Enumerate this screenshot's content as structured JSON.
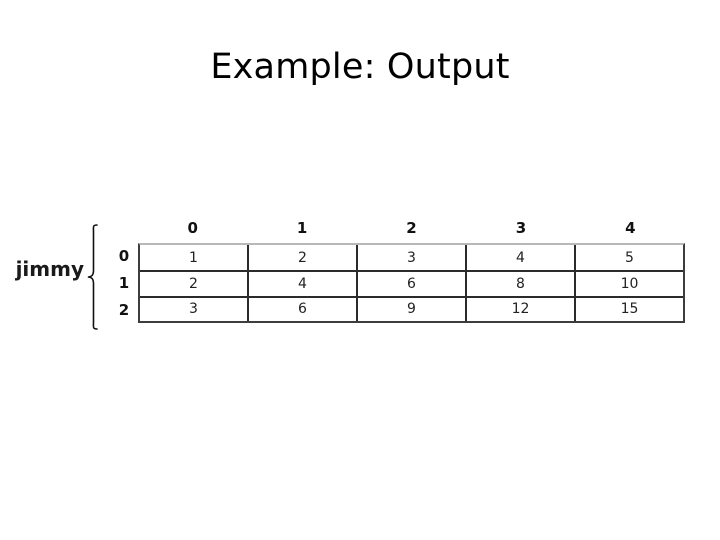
{
  "slide": {
    "title": "Example: Output"
  },
  "figure": {
    "row_axis_label": "jimmy",
    "brace_icon": "curly-brace-vertical",
    "column_headers": [
      "0",
      "1",
      "2",
      "3",
      "4"
    ],
    "row_headers": [
      "0",
      "1",
      "2"
    ],
    "rows": [
      [
        "1",
        "2",
        "3",
        "4",
        "5"
      ],
      [
        "2",
        "4",
        "6",
        "8",
        "10"
      ],
      [
        "3",
        "6",
        "9",
        "12",
        "15"
      ]
    ]
  },
  "chart_data": {
    "type": "table",
    "title": "Example: Output",
    "xlabel": "",
    "ylabel": "jimmy",
    "categories": [
      "0",
      "1",
      "2",
      "3",
      "4"
    ],
    "row_labels": [
      "0",
      "1",
      "2"
    ],
    "values": [
      [
        1,
        2,
        3,
        4,
        5
      ],
      [
        2,
        4,
        6,
        8,
        10
      ],
      [
        3,
        6,
        9,
        12,
        15
      ]
    ],
    "grid": true,
    "legend": "none"
  },
  "colors": {
    "background": "#ffffff",
    "text": "#000000",
    "grid_line": "#2b2b2b",
    "grid_top_line": "#b8b8b8"
  }
}
